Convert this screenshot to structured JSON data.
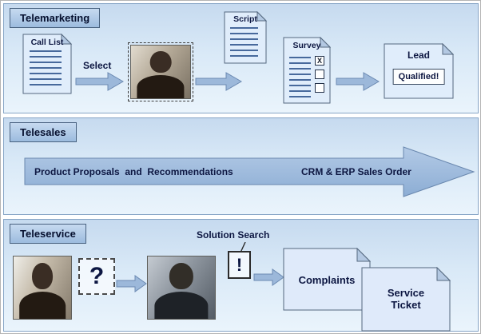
{
  "telemarketing": {
    "title": "Telemarketing",
    "call_list_label": "Call List",
    "select_label": "Select",
    "script_label": "Script",
    "survey_label": "Survey",
    "survey_checks": [
      "X",
      "",
      ""
    ],
    "lead_label": "Lead",
    "qualified_label": "Qualified!"
  },
  "telesales": {
    "title": "Telesales",
    "arrow_text_left": "Product Proposals  and  Recommendations",
    "arrow_text_right": "CRM & ERP Sales Order"
  },
  "teleservice": {
    "title": "Teleservice",
    "solution_search_label": "Solution Search",
    "question_mark": "?",
    "exclamation_mark": "!",
    "complaints_label": "Complaints",
    "service_ticket_label": "Service Ticket"
  },
  "colors": {
    "panel_background_top": "#c6daef",
    "panel_background_bottom": "#eaf4fc",
    "panel_border": "#87a5c6",
    "title_box_background": "#9cbbde",
    "document_fill": "#e0edfb",
    "document_fold": "#b3c8e2",
    "arrow_fill": "#9cb8da",
    "arrow_border": "#6c8ab2",
    "text": "#0d1742"
  }
}
